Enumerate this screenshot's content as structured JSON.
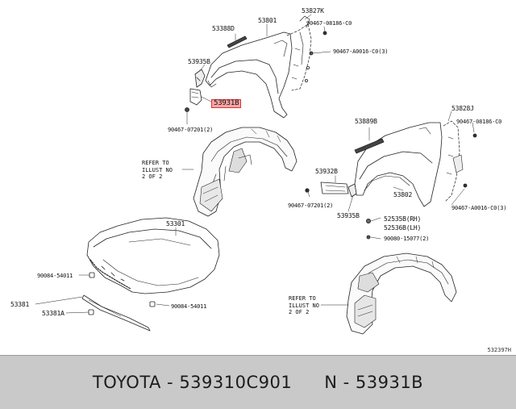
{
  "labels": {
    "p53388D": "53388D",
    "p53801": "53801",
    "p53827K": "53827K",
    "p90467_08186_top": "90467-08186-C0",
    "p53935B_top": "53935B",
    "p90467_A0016_top": "90467-A0016-C0(3)",
    "p53931B": "53931B",
    "p90467_07201_top": "90467-07201(2)",
    "p53889B": "53889B",
    "p53828J": "53828J",
    "p90467_08186_right": "90467-08186-C0",
    "p53932B": "53932B",
    "p53802": "53802",
    "p90467_07201_right": "90467-07201(2)",
    "p53935B_right": "53935B",
    "p90467_A0016_right": "90467-A0016-C0(3)",
    "p52535B": "52535B(RH)",
    "p52536B": "52536B(LH)",
    "p90080": "90080-15077(2)",
    "p53301": "53301",
    "p90084_top": "90084-54011",
    "p53381": "53381",
    "p53381A": "53381A",
    "p90084_bottom": "90084-54011"
  },
  "refer_top": [
    "REFER TO",
    "ILLUST NO",
    "2 OF 2"
  ],
  "refer_bottom": [
    "REFER TO",
    "ILLUST NO",
    "2 OF 2"
  ],
  "drawing_number": "532397H",
  "footer": {
    "brand": "TOYOTA - 539310C901",
    "part": "N - 53931B"
  },
  "colors": {
    "highlight": "#f6a6a6",
    "footer_bg": "#c9c9c9"
  }
}
